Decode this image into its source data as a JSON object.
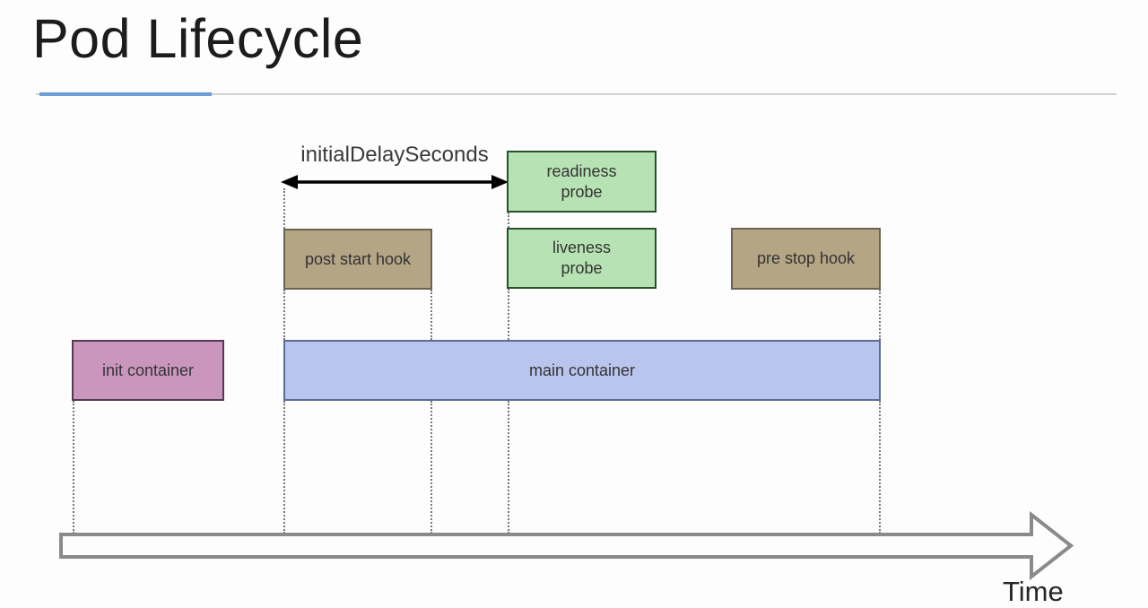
{
  "title": "Pod Lifecycle",
  "annotation": {
    "label": "initialDelaySeconds"
  },
  "boxes": {
    "init_container": {
      "label": "init container"
    },
    "main_container": {
      "label": "main container"
    },
    "post_start_hook": {
      "label": "post start hook"
    },
    "readiness_probe": {
      "line1": "readiness",
      "line2": "probe"
    },
    "liveness_probe": {
      "line1": "liveness",
      "line2": "probe"
    },
    "pre_stop_hook": {
      "label": "pre stop hook"
    }
  },
  "timeline": {
    "label": "Time"
  },
  "colors": {
    "title_text": "#1c1c1c",
    "accent_underline_blue": "#6f9ed6",
    "underline_gray": "#d2d2d2",
    "init_container_fill": "#ca96be",
    "init_container_border": "#553a50",
    "main_container_fill": "#b9c5ed",
    "main_container_border": "#5d6b97",
    "hook_fill": "#b4a585",
    "hook_border": "#6b6351",
    "probe_fill": "#b7e3b4",
    "probe_border": "#26522a",
    "delay_arrow": "#000000",
    "dotted_connector": "#777777",
    "timeline_arrow_outline": "#8a8a8a",
    "timeline_arrow_fill": "#fdfdfd"
  }
}
